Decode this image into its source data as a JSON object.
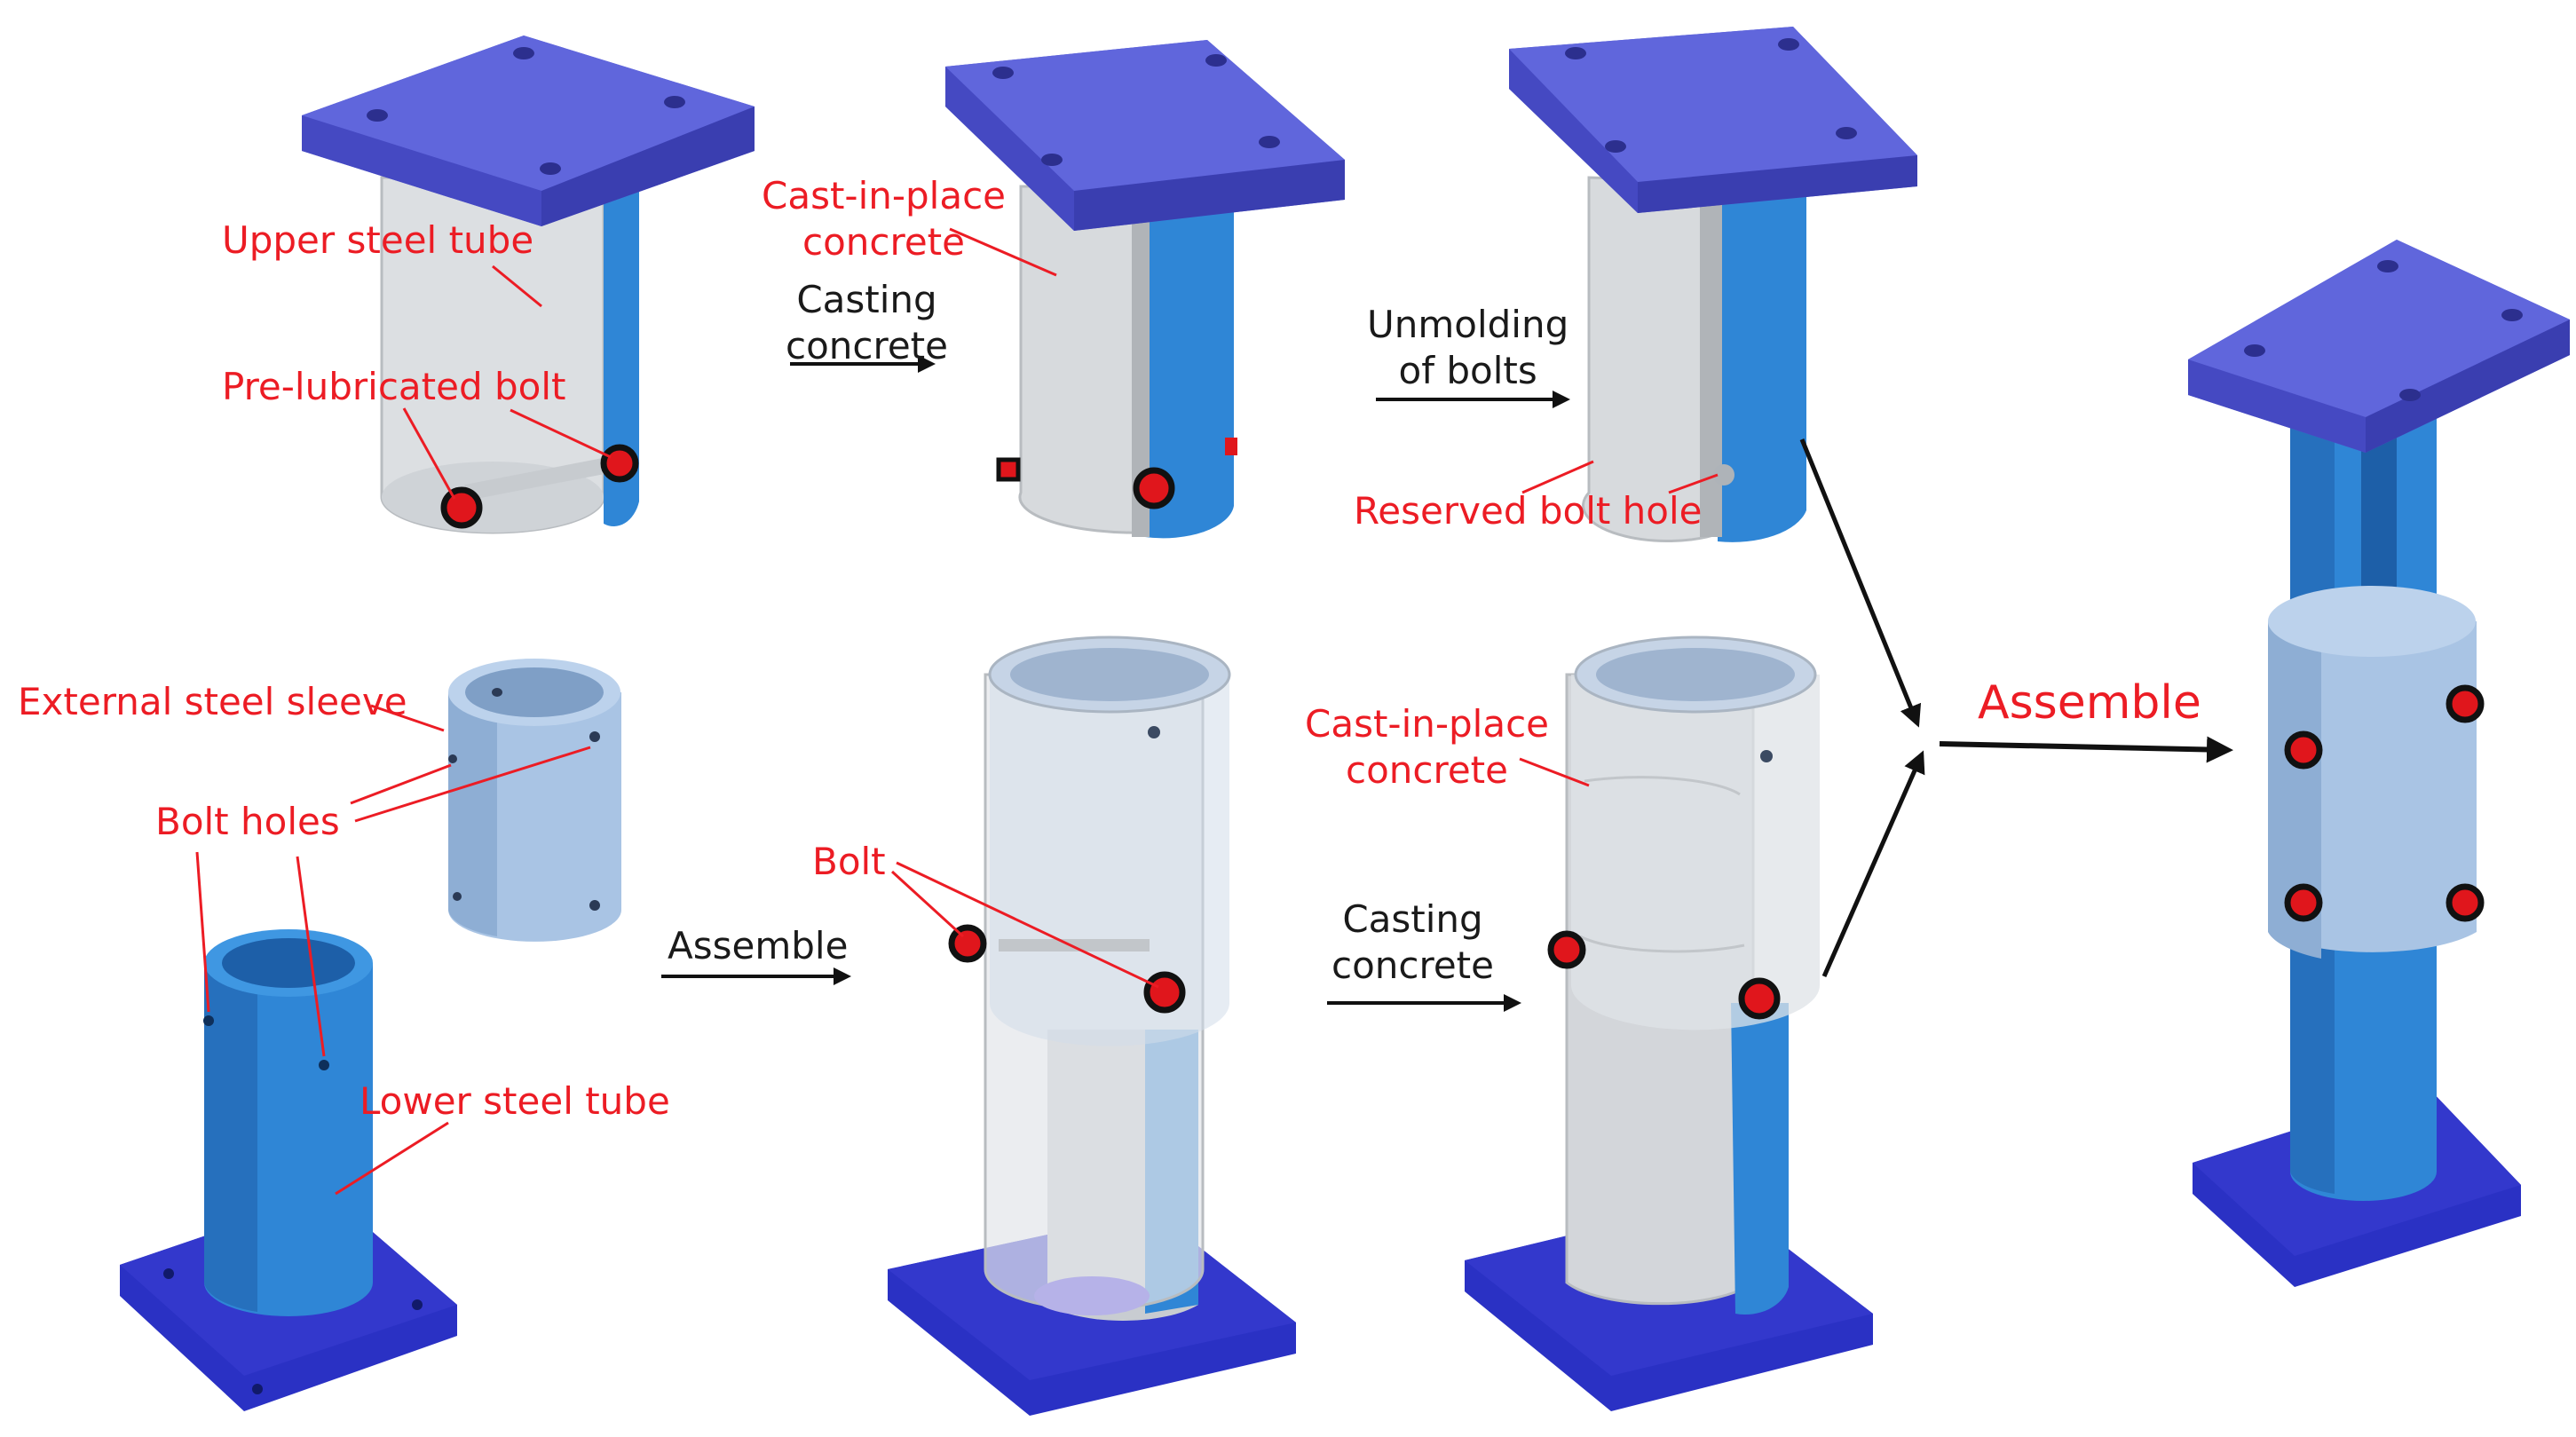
{
  "colors": {
    "plate": "#5a5fd6",
    "plate_dark": "#3e43b5",
    "tube_blue": "#2f86d6",
    "tube_blue_dark": "#1d5fa8",
    "concrete": "#d6d9dc",
    "concrete_dark": "#b3b8bd",
    "sleeve": "#a9c4e4",
    "base_plate": "#2a31c4",
    "bolt": "#e0161c",
    "label_red": "#ec1c24",
    "label_black": "#1a1a1a"
  },
  "labels": {
    "upper_steel_tube": "Upper steel tube",
    "pre_lubricated_bolt": "Pre-lubricated bolt",
    "cast_in_place_top": "Cast-in-place\nconcrete",
    "casting_concrete_top": "Casting\nconcrete",
    "unmolding_of_bolts": "Unmolding\nof bolts",
    "reserved_bolt_hole": "Reserved bolt hole",
    "external_steel_sleeve": "External steel sleeve",
    "bolt_holes": "Bolt holes",
    "lower_steel_tube": "Lower steel tube",
    "assemble_bottom": "Assemble",
    "bolt": "Bolt",
    "cast_in_place_bottom": "Cast-in-place\nconcrete",
    "casting_concrete_bottom": "Casting\nconcrete",
    "assemble_final": "Assemble"
  }
}
